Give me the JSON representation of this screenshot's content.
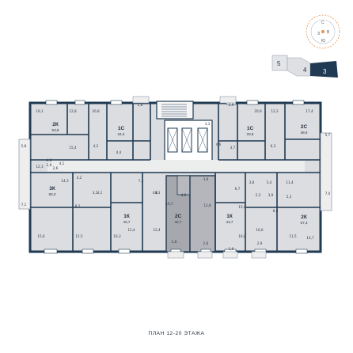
{
  "title": "ПЛАН 12-20 ЭТАЖА",
  "compass": {
    "north": "С",
    "east": "В",
    "south": "Ю",
    "west": "З"
  },
  "key_plan": {
    "sections": [
      "5",
      "4",
      "3"
    ],
    "current": "3"
  },
  "colors": {
    "wall": "#1f3a52",
    "room": "#dcdde0",
    "highlight": "#a6a8ad",
    "accent": "#e8914a",
    "balcony": "#eeeeef"
  },
  "apartments": [
    {
      "id": "2k-left-top",
      "type": "2К",
      "area": "63,9"
    },
    {
      "id": "1c-left-top",
      "type": "1С",
      "area": "34,4"
    },
    {
      "id": "1c-right-top",
      "type": "1С",
      "area": "33,8"
    },
    {
      "id": "2c-right-top",
      "type": "2С",
      "area": "48,6"
    },
    {
      "id": "3k-left-bottom",
      "type": "3К",
      "area": "80,3"
    },
    {
      "id": "1k-left-bottom",
      "type": "1К",
      "area": "45,7"
    },
    {
      "id": "2c-center-bottom",
      "type": "2С",
      "area": "42,7"
    },
    {
      "id": "1k-right-bottom",
      "type": "1К",
      "area": "43,7"
    },
    {
      "id": "2k-right-bottom",
      "type": "2К",
      "area": "57,3"
    }
  ],
  "room_areas": [
    "19,1",
    "12,8",
    "20,8",
    "2,8",
    "2,9",
    "20,9",
    "12,2",
    "17,4",
    "15,4",
    "4,2",
    "4,4",
    "3,3",
    "4,6",
    "3,7",
    "6,3",
    "5,7",
    "5,8",
    "12,3",
    "4,8",
    "2,6",
    "2,9",
    "4,1",
    "14,3",
    "4,2",
    "3,1",
    "7,3",
    "4,0",
    "6,3",
    "3,9",
    "6,7",
    "3,8",
    "5,4",
    "11,4",
    "7,0",
    "7,1",
    "8,2",
    "4,1",
    "10,7",
    "4,0",
    "12,8",
    "2,2",
    "3,9",
    "5,3",
    "8,6",
    "15,0",
    "15,6",
    "11,5",
    "16,3",
    "12,4",
    "12,4",
    "16,0",
    "10,6",
    "11,5",
    "14,7",
    "2,8",
    "2,6",
    "1,6",
    "2,9"
  ]
}
